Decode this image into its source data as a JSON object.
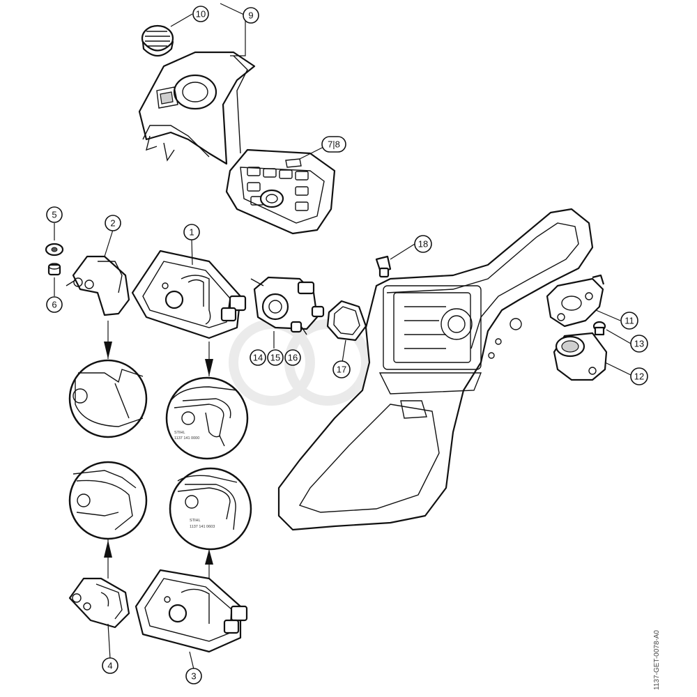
{
  "callouts": [
    {
      "id": "c10",
      "label": "10"
    },
    {
      "id": "c9",
      "label": "9"
    },
    {
      "id": "c78",
      "label": "7|8"
    },
    {
      "id": "c5",
      "label": "5"
    },
    {
      "id": "c2",
      "label": "2"
    },
    {
      "id": "c1",
      "label": "1"
    },
    {
      "id": "c6",
      "label": "6"
    },
    {
      "id": "c18",
      "label": "18"
    },
    {
      "id": "c11",
      "label": "11"
    },
    {
      "id": "c13",
      "label": "13"
    },
    {
      "id": "c12",
      "label": "12"
    },
    {
      "id": "c14",
      "label": "14"
    },
    {
      "id": "c15",
      "label": "15"
    },
    {
      "id": "c16",
      "label": "16"
    },
    {
      "id": "c17",
      "label": "17"
    },
    {
      "id": "c4",
      "label": "4"
    },
    {
      "id": "c3",
      "label": "3"
    }
  ],
  "filter_stamp_top": {
    "line1": "STIHL",
    "line2": "1137 141 0000"
  },
  "filter_stamp_bottom": {
    "line1": "STIHL",
    "line2": "1137 141 0603"
  },
  "reference_code": "1137-GET-0078-A0",
  "colors": {
    "line": "#111111",
    "background": "#ffffff",
    "shade": "#cfcfcf"
  }
}
